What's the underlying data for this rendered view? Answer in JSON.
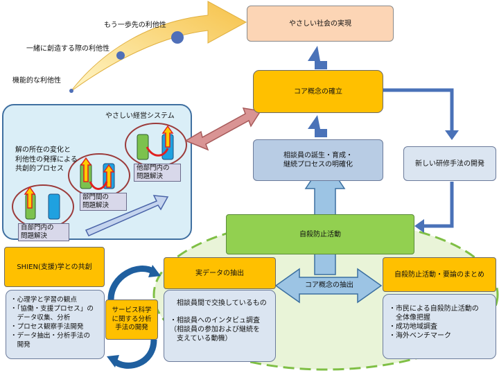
{
  "goal": "やさしい社会の実現",
  "core": "コア概念の確立",
  "counselor_box": [
    "相談員の誕生・育成・",
    "継続プロセスの明確化"
  ],
  "new_method": "新しい研修手法の開発",
  "suicide_prevention": "自殺防止活動",
  "core_extraction": "コア概念の抽出",
  "altruism": {
    "level1": "機能的な利他性",
    "level2": "一緒に創造する際の利他性",
    "level3": "もう一歩先の利他性"
  },
  "system": {
    "title": "やさしい経営システム",
    "description": [
      "解の所在の変化と",
      "利他性の発揮による",
      "共創的プロセス"
    ],
    "stage1": [
      "自部門内の",
      "問題解決"
    ],
    "stage2": [
      "部門間の",
      "問題解決"
    ],
    "stage3": [
      "他部門内の",
      "問題解決"
    ]
  },
  "shien": {
    "title": "SHIEN(支援)学との共創",
    "items": [
      "・心理学と学習の観点",
      "・「協働・支援プロセス」の",
      "　データ収集、分析",
      "・プロセス観察手法開発",
      "・データ抽出・分析手法の",
      "　開発"
    ]
  },
  "service": [
    "サービス科学",
    "に関する分析",
    "手法の開発"
  ],
  "real_data": {
    "title": "実データの抽出",
    "lead": "相談員間で交換しているもの",
    "items": [
      "・相談員へのインタビュ調査",
      "（相談員の参加および継続を",
      "　支えている動機）"
    ]
  },
  "summary": {
    "title": "自殺防止活動・要論のまとめ",
    "items": [
      "・市民による自殺防止活動の",
      "　全体像把握",
      "・成功地域調査",
      "・海外ベンチマーク"
    ]
  }
}
